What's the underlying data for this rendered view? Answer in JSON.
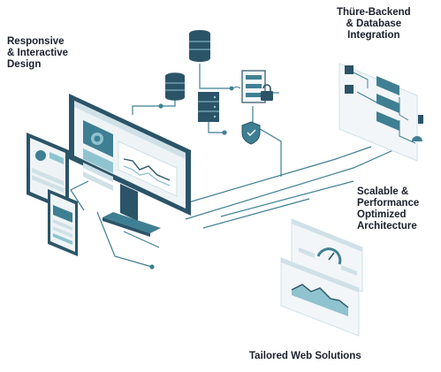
{
  "labels": {
    "responsive": [
      "Responsive",
      "& Interactive",
      "Design"
    ],
    "backend": [
      "Thüre-Backend",
      "& Database",
      "Integration"
    ],
    "scalable": [
      "Scalable &",
      "Performance",
      "Optimized",
      "Architecture"
    ],
    "tailored": "Tailored Web Solutions"
  },
  "colors": {
    "dark_teal": "#2b5468",
    "mid_teal": "#3f7f93",
    "light_teal": "#8fc3cf",
    "screen_bg": "#eef4f6",
    "line": "#3f7f93",
    "panel_light": "#f3f6f8",
    "text": "#1a1f2b"
  },
  "icons": [
    "database-icon",
    "server-icon",
    "shield-icon",
    "lock-icon",
    "desktop-monitor-icon",
    "tablet-icon",
    "phone-icon",
    "flow-diagram-icon",
    "gauge-icon",
    "chart-panel-icon",
    "cloud-icon"
  ]
}
